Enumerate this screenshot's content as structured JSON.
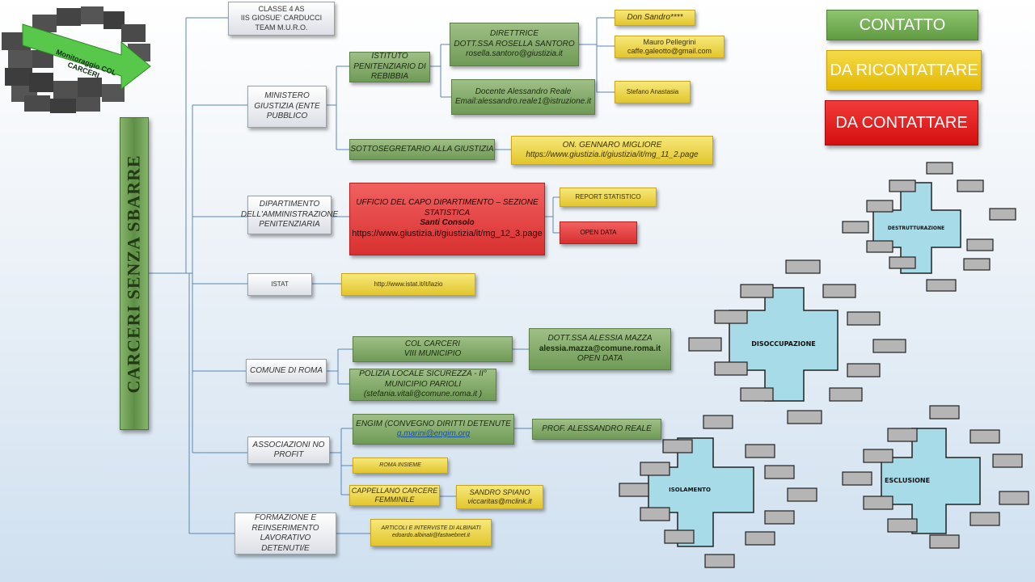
{
  "corner_banner": {
    "text": "Monitoraggio COL CARCERI"
  },
  "main_title": "CARCERI SENZA SBARRE",
  "header_box": {
    "lines": [
      "CLASSE 4 AS",
      "IIS GIOSUE' CARDUCCI",
      "TEAM M.U.R.O."
    ]
  },
  "branches": {
    "ministero": "MINISTERO GIUSTIZIA (ENTE PUBBLICO",
    "rebibbia": "ISTITUTO PENITENZIARIO DI REBIBBIA",
    "direttrice": {
      "title": "DIRETTRICE",
      "name": "DOTT.SSA ROSELLA SANTORO",
      "email": "rosella.santoro@giustizia.it"
    },
    "docente": {
      "name": "Docente Alessandro Reale",
      "email": "Email:alessandro.reale1@istruzione.it"
    },
    "don_sandro": "Don Sandro****",
    "pellegrini": {
      "name": "Mauro Pellegrini",
      "email": "caffe.galeotto@gmail.com"
    },
    "anastasia": "Stefano Anastasia",
    "sottosegretario": "SOTTOSEGRETARIO ALLA GIUSTIZIA",
    "migliore": {
      "name": "ON. GENNARO MIGLIORE",
      "url": "https://www.giustizia.it/giustizia/it/mg_11_2.page"
    },
    "dap": "DIPARTIMENTO DELL'AMMINISTRAZIONE PENITENZIARIA",
    "ufficio": {
      "title": "UFFICIO DEL CAPO DIPARTIMENTO – SEZIONE STATISTICA",
      "name": "Santi Consolo",
      "url": "https://www.giustizia.it/giustizia/it/mg_12_3.page"
    },
    "report": "REPORT STATISTICO",
    "open_data_dap": "OPEN DATA",
    "istat": "ISTAT",
    "istat_url": "http://www.istat.it/it/lazio",
    "comune": "COMUNE DI ROMA",
    "col_carceri": {
      "line1": "COL CARCERI",
      "line2": "VIII MUNICIPIO"
    },
    "mazza": {
      "name": "DOTT.SSA ALESSIA MAZZA",
      "email": "alessia.mazza@comune.roma.it",
      "extra": "OPEN DATA"
    },
    "polizia": {
      "line1": "POLIZIA LOCALE SICUREZZA - II°",
      "line2": "MUNICIPIO PARIOLI",
      "line3": "(stefania.vitali@comune.roma.it )"
    },
    "associazioni": "ASSOCIAZIONI NO PROFIT",
    "engim": {
      "name": "ENGIM (CONVEGNO DIRITTI DETENUTE",
      "email": "g.marini@engim.org"
    },
    "prof_reale": "PROF. ALESSANDRO REALE",
    "roma_insieme": "ROMA INSIEME",
    "cappellano": "CAPPELLANO CARCERE FEMMINILE",
    "spiano": {
      "name": "SANDRO SPIANO",
      "email": "viccaritas@mclink.it"
    },
    "formazione": "FORMAZIONE E REINSERIMENTO LAVORATIVO DETENUTI/E",
    "albinati": {
      "title": "ARTICOLI E INTERVISTE DI ALBINATI",
      "email": "edoardo.albinati@fastwebnet.it"
    }
  },
  "legend": {
    "contatto": "CONTATTO",
    "da_ricontattare": "DA RICONTATTARE",
    "da_contattare": "DA CONTATTARE"
  },
  "crosses": [
    "DESTRUTTURAZIONE",
    "DISOCCUPAZIONE",
    "ISOLAMENTO",
    "ESCLUSIONE"
  ],
  "colors": {
    "green": "#6f9a56",
    "yellow": "#e2c62c",
    "red": "#d83030",
    "cross_fill": "#a7dbe8",
    "gray_box": "#b5b5b5"
  }
}
